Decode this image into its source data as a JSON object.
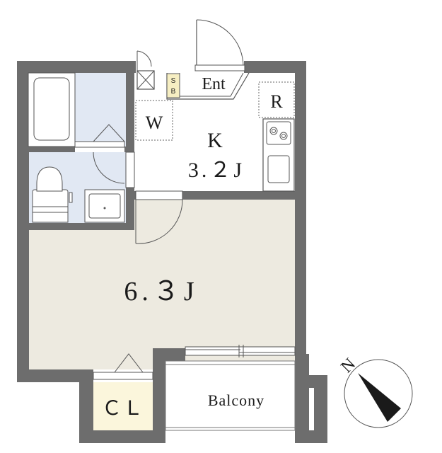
{
  "rooms": {
    "kitchen_label": "K",
    "kitchen_size": "3.２J",
    "main_room_size": "6.３J",
    "entrance_label": "Ent",
    "closet_label": "ＣＬ",
    "washer_label": "W",
    "refrigerator_label": "R",
    "shoe_box_top": "S",
    "shoe_box_bottom": "B",
    "balcony_label": "Balcony"
  },
  "compass": {
    "north_label": "N"
  },
  "colors": {
    "wall": "#6d6d6d",
    "main_room_floor": "#edeae0",
    "wet_area_floor": "#e1e8f3",
    "closet_floor": "#fbf6dc",
    "shoe_box_fill": "#f6eec2",
    "line": "#555555"
  }
}
